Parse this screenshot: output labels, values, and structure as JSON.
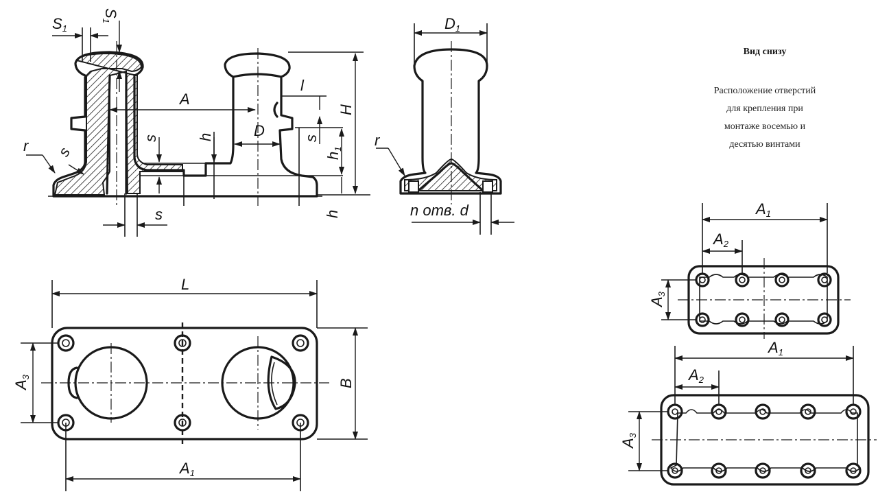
{
  "view_bottom_title": "Вид снизу",
  "note_lines": [
    "Расположение отверстий",
    "для крепления при",
    "монтаже восемью и",
    "десятью винтами"
  ],
  "labels": {
    "S1": "S",
    "S1_sub": "1",
    "s": "s",
    "A": "A",
    "A1": "A",
    "A1_sub": "1",
    "A2": "A",
    "A2_sub": "2",
    "A3": "A",
    "A3_sub": "3",
    "D": "D",
    "D1": "D",
    "D1_sub": "1",
    "H": "H",
    "h": "h",
    "h1": "h",
    "h1_sub": "1",
    "l": "l",
    "r": "r",
    "L": "L",
    "B": "B",
    "holes": "n отв. d"
  }
}
